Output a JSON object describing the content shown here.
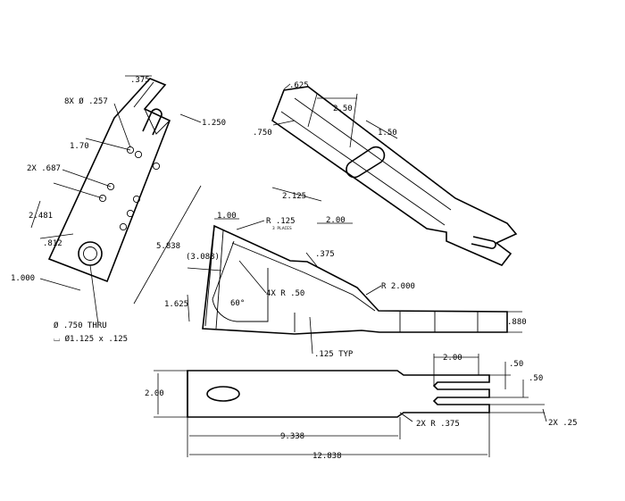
{
  "side_view": {
    "dim_375": ".375",
    "holes_257": "8X Ø .257",
    "dim_1250": "1.250",
    "dim_170": "1.70",
    "dim_687": "2X .687",
    "dim_2481": "2.481",
    "dim_812": ".812",
    "dim_1000": "1.000",
    "thru_hole": "Ø .750 THRU",
    "counterbore": "⌴ Ø1.125 x .125"
  },
  "top_right_view": {
    "dim_625": ".625",
    "dim_250": "2.50",
    "dim_150": "1.50",
    "dim_750": ".750"
  },
  "center_view": {
    "dim_100": "1.00",
    "radius_125": "R .125",
    "places_note": "3 PLACES",
    "dim_2125": "2.125",
    "dim_200": "2.00",
    "dim_5838": "5.838",
    "dim_3088": "(3.088)",
    "dim_375b": ".375",
    "radius_50": "4X R .50",
    "radius_2000": "R 2.000",
    "dim_1625": "1.625",
    "angle_60": "60°",
    "dim_880": ".880",
    "typ_note": ".125 TYP"
  },
  "bottom_view": {
    "dim_200a": "2.00",
    "dim_50a": ".50",
    "dim_50b": ".50",
    "dim_200b": "2.00",
    "radius_375": "2X R .375",
    "radius_25": "2X .25",
    "dim_9338": "9.338",
    "dim_12838": "12.838"
  }
}
